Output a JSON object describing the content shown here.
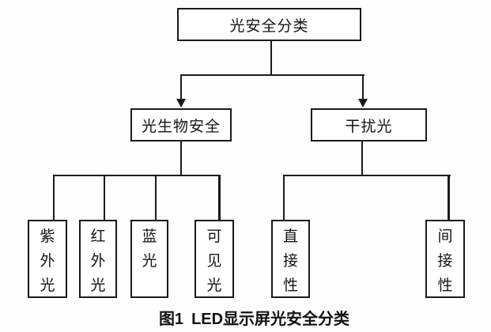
{
  "colors": {
    "line": "#1b1b1b",
    "box_border": "#1b1b1b",
    "box_background": "#ffffff",
    "page_background": "#fdfdfd",
    "text": "#141414"
  },
  "diagram": {
    "root": {
      "label": "光安全分类"
    },
    "branches": [
      {
        "label": "光生物安全",
        "children": [
          "紫外光",
          "红外光",
          "蓝光",
          "可见光"
        ]
      },
      {
        "label": "干扰光",
        "children": [
          "直接性",
          "间接性"
        ]
      }
    ]
  },
  "caption": {
    "figure_number": "图1",
    "title": "LED显示屏光安全分类"
  }
}
